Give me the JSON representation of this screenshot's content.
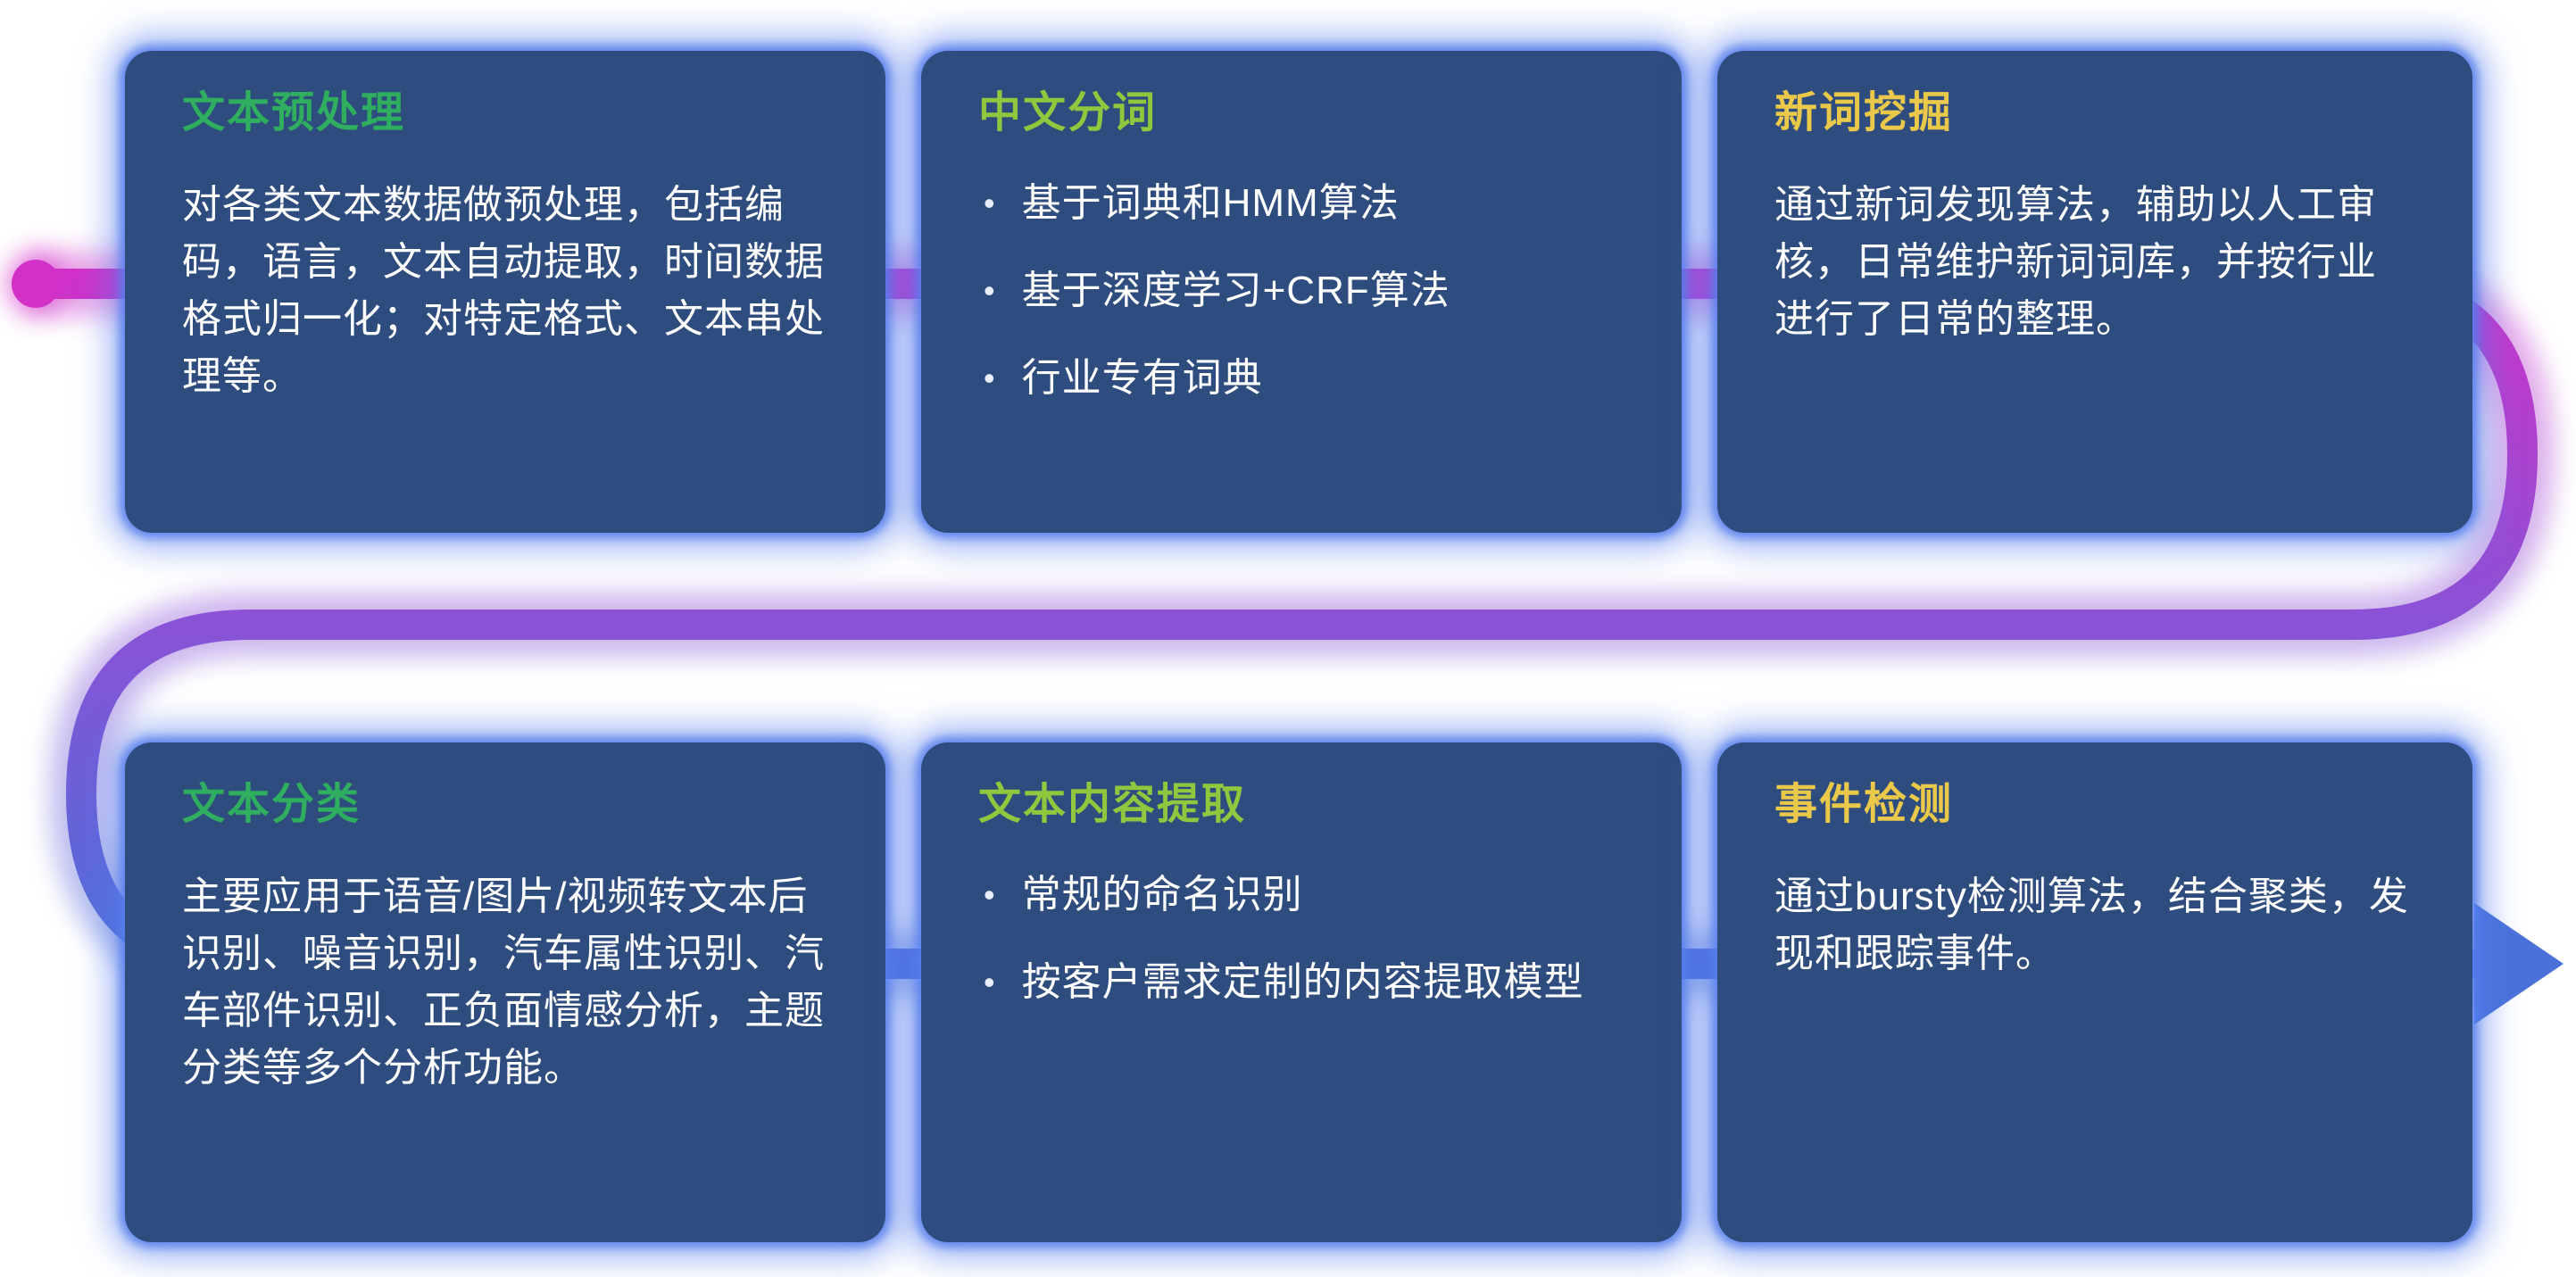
{
  "flow": {
    "start_dot_color": "#d231c8",
    "gradient": [
      "#d231c8",
      "#8a52d6",
      "#4a71da"
    ],
    "arrow_color": "#4a71da"
  },
  "glyphs": {
    "bullet": "•"
  },
  "cards": [
    {
      "id": "text-preprocessing",
      "title": "文本预处理",
      "title_color": "#2fae5f",
      "body": "对各类文本数据做预处理，包括编码，语言，文本自动提取，时间数据格式归一化；对特定格式、文本串处理等。"
    },
    {
      "id": "chinese-word-segmentation",
      "title": "中文分词",
      "title_color": "#90c73e",
      "bullets": [
        "基于词典和HMM算法",
        "基于深度学习+CRF算法",
        "行业专有词典"
      ]
    },
    {
      "id": "new-word-mining",
      "title": "新词挖掘",
      "title_color": "#eac94a",
      "body": "通过新词发现算法，辅助以人工审核，日常维护新词词库，并按行业进行了日常的整理。"
    },
    {
      "id": "text-classification",
      "title": "文本分类",
      "title_color": "#2fae5f",
      "body": "主要应用于语音/图片/视频转文本后识别、噪音识别，汽车属性识别、汽车部件识别、正负面情感分析，主题分类等多个分析功能。"
    },
    {
      "id": "text-content-extraction",
      "title": "文本内容提取",
      "title_color": "#90c73e",
      "bullets": [
        "常规的命名识别",
        "按客户需求定制的内容提取模型"
      ]
    },
    {
      "id": "event-detection",
      "title": "事件检测",
      "title_color": "#eac94a",
      "body": "通过bursty检测算法，结合聚类，发现和跟踪事件。"
    }
  ]
}
